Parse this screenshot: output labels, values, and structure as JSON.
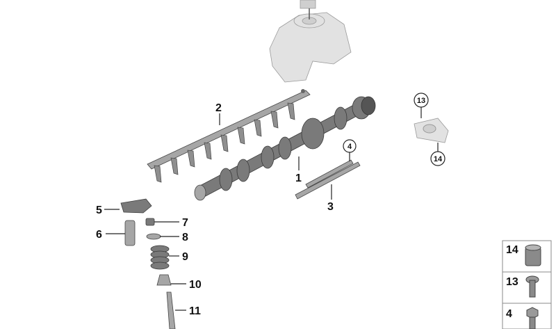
{
  "callouts": {
    "c1": "1",
    "c2": "2",
    "c3": "3",
    "c4": "4",
    "c5": "5",
    "c6": "6",
    "c7": "7",
    "c8": "8",
    "c9": "9",
    "c10": "10",
    "c11": "11",
    "c13": "13",
    "c14": "14"
  },
  "legend": [
    {
      "number": "14",
      "icon": "sleeve-bushing-icon"
    },
    {
      "number": "13",
      "icon": "torx-bolt-icon"
    },
    {
      "number": "4",
      "icon": "hex-bolt-icon"
    }
  ],
  "colors": {
    "part": "#7a7a7a",
    "ghost_part": "#e2e2e2",
    "lines": "#222222"
  }
}
